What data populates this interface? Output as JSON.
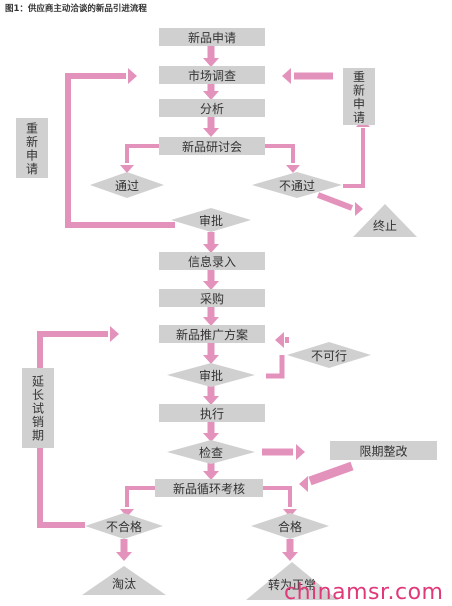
{
  "figure_title": "图1：供应商主动洽谈的新品引进流程",
  "watermark": "chinamsr.com",
  "colors": {
    "box": "#d0d0d0",
    "arrow": "#e392bb",
    "text": "#333333"
  },
  "boxes": {
    "new_product_apply": "新品申请",
    "market_survey": "市场调查",
    "analysis": "分析",
    "new_product_meeting": "新品研讨会",
    "info_entry": "信息录入",
    "purchase": "采购",
    "promotion_plan": "新品推广方案",
    "execute": "执行",
    "cycle_review": "新品循环考核",
    "deadline_fix": "限期整改"
  },
  "diamonds": {
    "pass": "通过",
    "fail": "不通过",
    "approve_1": "审批",
    "infeasible": "不可行",
    "approve_2": "审批",
    "inspect": "检查",
    "unqualified": "不合格",
    "qualified": "合格"
  },
  "triangles": {
    "terminate": "终止",
    "eliminate": "淘汰",
    "to_regular": "转为正常"
  },
  "side_labels": {
    "reapply_left": "重新申请",
    "reapply_right": "重新申请",
    "extend_trial": "延长试销期"
  }
}
